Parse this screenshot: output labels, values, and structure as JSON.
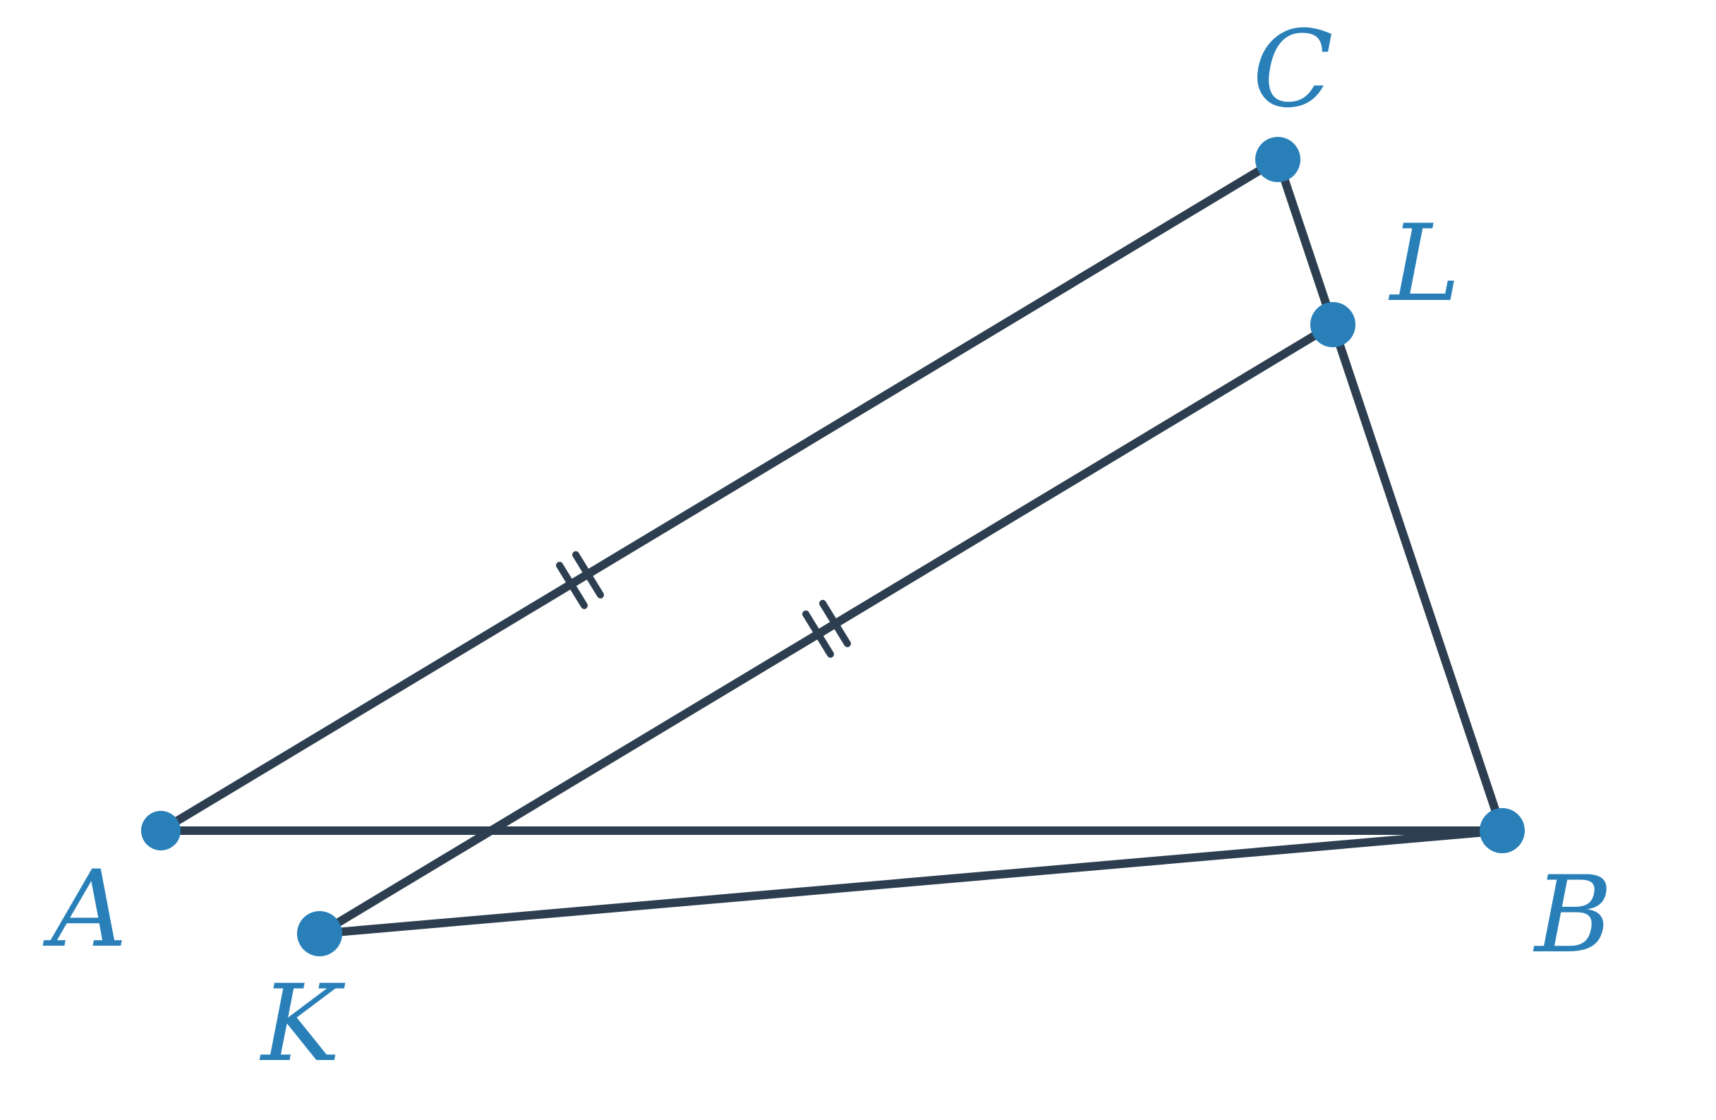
{
  "colors": {
    "line": "#2c3e50",
    "point": "#2980b9",
    "label": "#2980b9",
    "background": "#ffffff"
  },
  "points": {
    "A": {
      "label": "A"
    },
    "B": {
      "label": "B"
    },
    "C": {
      "label": "C"
    },
    "K": {
      "label": "K"
    },
    "L": {
      "label": "L"
    }
  },
  "segments": [
    {
      "from": "A",
      "to": "B"
    },
    {
      "from": "A",
      "to": "C"
    },
    {
      "from": "C",
      "to": "B"
    },
    {
      "from": "K",
      "to": "L"
    },
    {
      "from": "K",
      "to": "B"
    }
  ],
  "equal_length_marks": [
    {
      "segment": "AC",
      "ticks": 2
    },
    {
      "segment": "KL",
      "ticks": 2
    }
  ]
}
